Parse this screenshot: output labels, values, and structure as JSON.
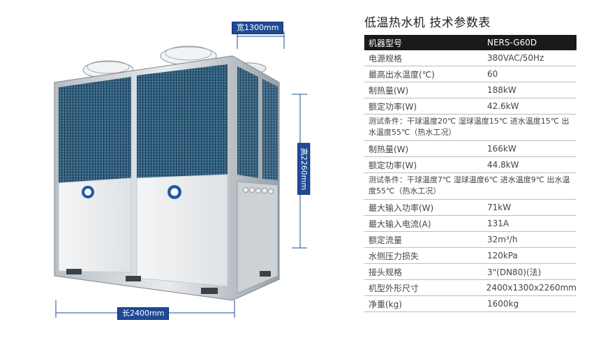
{
  "dimensions": {
    "width_label": "宽1300mm",
    "length_label": "长2400mm",
    "height_label": "高2260mm"
  },
  "spec": {
    "title": "低温热水机 技术参数表",
    "header": {
      "key": "机器型号",
      "value": "NERS-G60D"
    },
    "rows": [
      {
        "type": "kv",
        "key": "电源规格",
        "value": "380VAC/50Hz"
      },
      {
        "type": "kv",
        "key": "最高出水温度(℃)",
        "value": "60"
      },
      {
        "type": "kv",
        "key": "制热量(W)",
        "value": "188kW"
      },
      {
        "type": "kv",
        "key": "额定功率(W)",
        "value": "42.6kW"
      },
      {
        "type": "note",
        "text": "测试条件：干球温度20℃ 湿球温度15℃ 进水温度15℃ 出水温度55℃（热水工况）"
      },
      {
        "type": "kv",
        "key": "制热量(W)",
        "value": "166kW"
      },
      {
        "type": "kv",
        "key": "额定功率(W)",
        "value": "44.8kW"
      },
      {
        "type": "note",
        "text": "测试条件：干球温度7℃ 湿球温度6℃ 进水温度9℃ 出水温度55℃（热水工况）"
      },
      {
        "type": "kv",
        "key": "最大输入功率(W)",
        "value": "71kW"
      },
      {
        "type": "kv",
        "key": "最大输入电流(A)",
        "value": "131A"
      },
      {
        "type": "kv",
        "key": "额定流量",
        "value": "32m³/h"
      },
      {
        "type": "kv",
        "key": "水侧压力损失",
        "value": "120kPa"
      },
      {
        "type": "kv",
        "key": "接头规格",
        "value": "3\"(DN80)(法)"
      },
      {
        "type": "kv",
        "key": "机型外形尺寸",
        "value": "2400x1300x2260mm"
      },
      {
        "type": "kv",
        "key": "净重(kg)",
        "value": "1600kg"
      }
    ]
  }
}
